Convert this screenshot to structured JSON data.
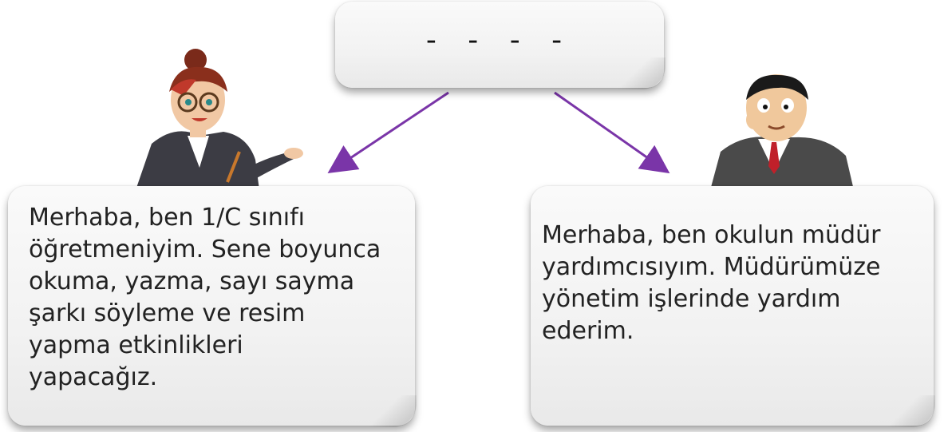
{
  "top_box": {
    "text": "- - - -"
  },
  "left_box": {
    "text": "Merhaba, ben 1/C sınıfı\nöğretmeniyim. Sene boyunca\nokuma, yazma, sayı sayma\nşarkı söyleme ve resim\nyapma etkinlikleri\nyapacağız."
  },
  "right_box": {
    "text": "Merhaba, ben okulun müdür\nyardımcısıyım. Müdürümüze\nyönetim işlerinde yardım\nederim."
  },
  "colors": {
    "arrow": "#7a35a8",
    "card": "#f4f4f4",
    "text": "#222222"
  },
  "icons": [
    "teacher-character",
    "principal-character"
  ]
}
